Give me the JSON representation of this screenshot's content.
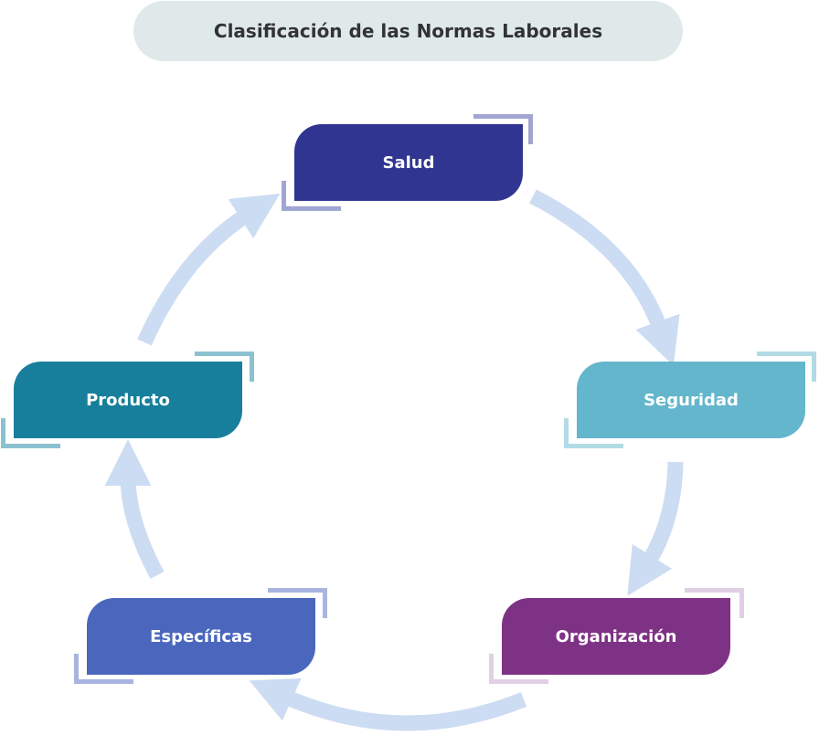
{
  "title": "Clasificación de las Normas Laborales",
  "nodes": [
    {
      "id": "salud",
      "label": "Salud",
      "color": "#303591",
      "accent": "#a0a5d2"
    },
    {
      "id": "seguridad",
      "label": "Seguridad",
      "color": "#63b6cc",
      "accent": "#b2dbe6"
    },
    {
      "id": "organizacion",
      "label": "Organización",
      "color": "#7e3285",
      "accent": "#e1cfe6"
    },
    {
      "id": "especificas",
      "label": "Específicas",
      "color": "#4b67bd",
      "accent": "#a8b5e0"
    },
    {
      "id": "producto",
      "label": "Producto",
      "color": "#177f9b",
      "accent": "#8bc1cf"
    }
  ],
  "arrow_color": "#ccdcf2"
}
